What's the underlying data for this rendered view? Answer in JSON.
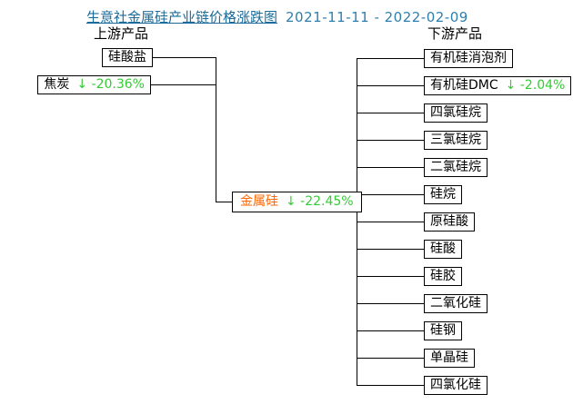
{
  "header": {
    "title": "生意社金属硅产业链价格涨跌图",
    "date_range": "2021-11-11 - 2022-02-09"
  },
  "sections": {
    "upstream_label": "上游产品",
    "downstream_label": "下游产品"
  },
  "colors": {
    "title_blue": "#1a6b9a",
    "date_blue": "#2e7fad",
    "change_green": "#33cc33",
    "center_orange": "#ff6600",
    "line_black": "#000000"
  },
  "upstream": {
    "items": [
      {
        "label": "硅酸盐",
        "change": ""
      },
      {
        "label": "焦炭",
        "change": "↓ -20.36%"
      }
    ]
  },
  "center": {
    "label": "金属硅",
    "change": "↓ -22.45%"
  },
  "downstream": {
    "items": [
      {
        "label": "有机硅消泡剂",
        "change": ""
      },
      {
        "label": "有机硅DMC",
        "change": "↓ -2.04%"
      },
      {
        "label": "四氯硅烷",
        "change": ""
      },
      {
        "label": "三氯硅烷",
        "change": ""
      },
      {
        "label": "二氯硅烷",
        "change": ""
      },
      {
        "label": "硅烷",
        "change": ""
      },
      {
        "label": "原硅酸",
        "change": ""
      },
      {
        "label": "硅酸",
        "change": ""
      },
      {
        "label": "硅胶",
        "change": ""
      },
      {
        "label": "二氧化硅",
        "change": ""
      },
      {
        "label": "硅钢",
        "change": ""
      },
      {
        "label": "单晶硅",
        "change": ""
      },
      {
        "label": "四氯化硅",
        "change": ""
      }
    ]
  }
}
